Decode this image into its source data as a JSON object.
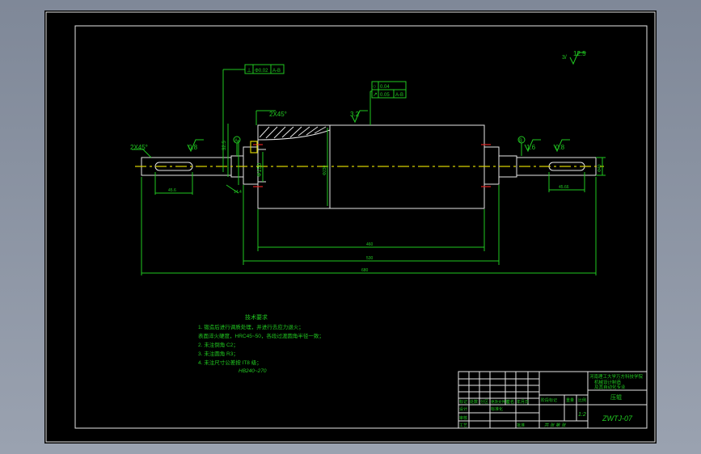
{
  "drawing": {
    "chamfer_left": "2X45°",
    "chamfer_mid": "2X45°",
    "rough_left": "0.8",
    "rough_drum": "3.2",
    "rough_right_a": "1.6",
    "rough_right_b": "0.8",
    "rough_corner_prefix": "3/",
    "rough_corner": "12.5",
    "gdt_top": [
      "⊥",
      "Φ0.02",
      "A-B"
    ],
    "gdt_drum_row1": [
      "○",
      "0.04"
    ],
    "gdt_drum_row2": [
      "↗",
      "0.05",
      "A-B"
    ],
    "datum_a": "A",
    "datum_b": "B",
    "dim_keyway_left": "45.6",
    "dim_keyway_right": "45.66",
    "dim_drum_len": "460",
    "dim_bearing_span": "530",
    "dim_overall": "680",
    "dim_shoulder": "32.5",
    "dim_small": "14.4",
    "dim_hub_dia": "Φ150",
    "dim_drum_dia": "Φ230",
    "dim_end_dia": "Φ40"
  },
  "notes": {
    "title": "技术要求",
    "items": [
      "1. 锻造后进行调质处理，并进行去应力退火；",
      "   表面淬火硬度，HRC45~50，各段过渡圆角半径一致；",
      "2. 未注倒角 C2；",
      "3. 未注圆角 R3；",
      "4. 未注尺寸公差按 IT8 级；"
    ],
    "footer": "HB240~270"
  },
  "title_block": {
    "institution": [
      "河南理工大学万方科技学院",
      "机械设计制造",
      "及其自动化专业"
    ],
    "part_name": "压辊",
    "drawing_no": "ZWTJ-07",
    "scale": "1:2",
    "sheet_text": "共 张 第 张",
    "stage_mark": "阶段标记",
    "weight": "重量",
    "scale_label": "比例",
    "col_heads": [
      "标记",
      "处数",
      "分区",
      "更改文件号",
      "签名",
      "年月日"
    ],
    "row_labels": [
      "设计",
      "审核",
      "工艺"
    ],
    "row_marks": [
      "标准化",
      "批准"
    ]
  },
  "colors": {
    "line": "#21c821",
    "outline": "#e6e6e6",
    "center": "#d6cf00",
    "mark": "#e02020"
  }
}
